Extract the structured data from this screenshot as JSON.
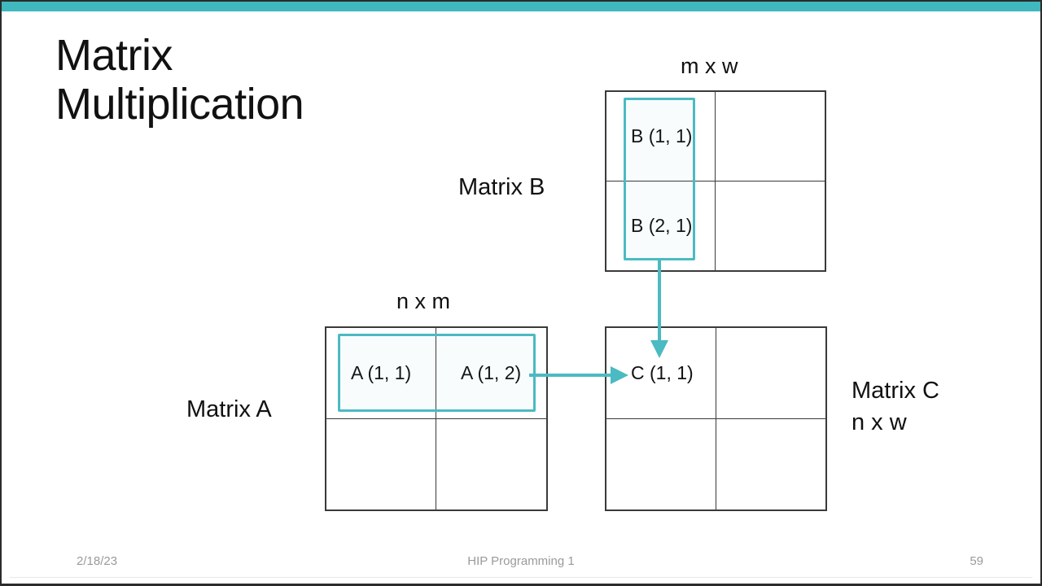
{
  "slide": {
    "title": "Matrix\nMultiplication",
    "accent_color": "#3FB8BE",
    "highlight_color": "#4BBAC2",
    "text_color": "#111111",
    "grid_color": "#3a3a3a"
  },
  "matrix_b": {
    "dimension_label": "m x w",
    "name_label": "Matrix B",
    "cells": [
      {
        "text": "B (1, 1)"
      },
      {
        "text": ""
      },
      {
        "text": "B (2, 1)"
      },
      {
        "text": ""
      }
    ]
  },
  "matrix_a": {
    "dimension_label": "n x m",
    "name_label": "Matrix A",
    "cells": [
      {
        "text": "A (1, 1)"
      },
      {
        "text": "A (1, 2)"
      },
      {
        "text": ""
      },
      {
        "text": ""
      }
    ]
  },
  "matrix_c": {
    "name_label": "Matrix C\nn x w",
    "cells": [
      {
        "text": "C (1, 1)"
      },
      {
        "text": ""
      },
      {
        "text": ""
      },
      {
        "text": ""
      }
    ]
  },
  "footer": {
    "date": "2/18/23",
    "deck_title": "HIP Programming 1",
    "page_number": "59"
  }
}
